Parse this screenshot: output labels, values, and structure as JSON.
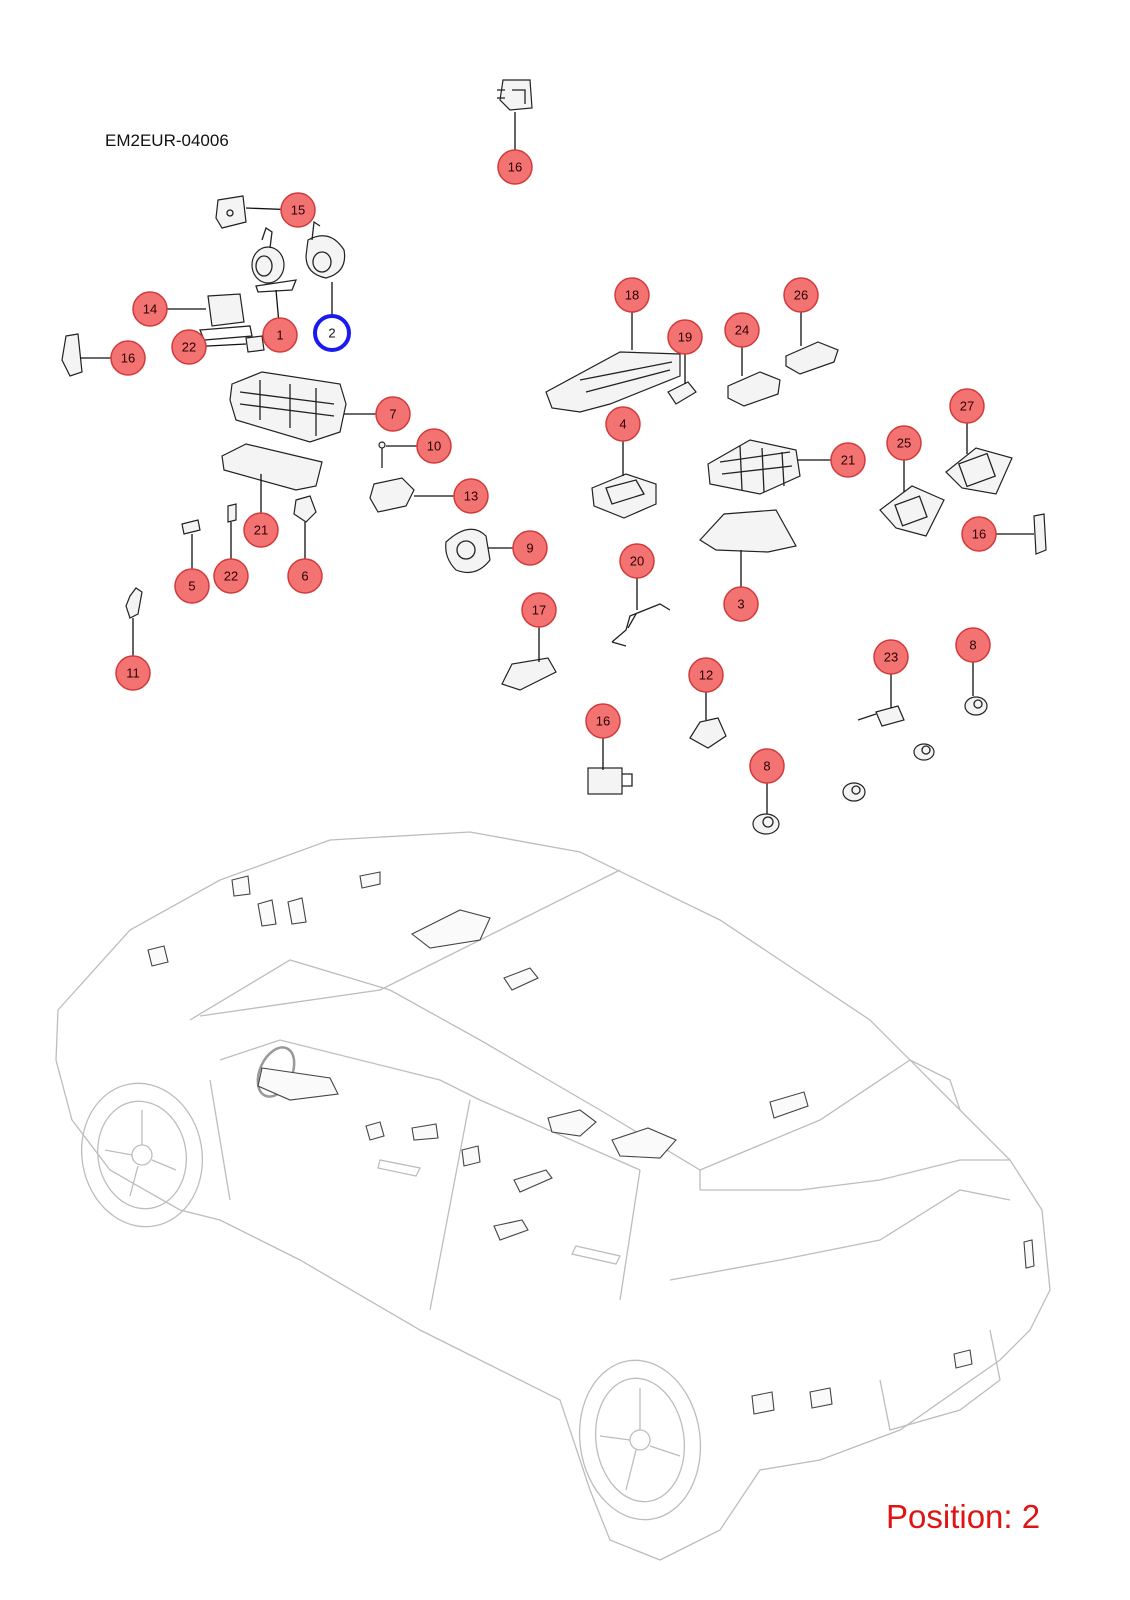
{
  "diagram_code": "EM2EUR-04006",
  "position_label": "Position: 2",
  "selected_callout": "2",
  "callouts": [
    {
      "label": "16"
    },
    {
      "label": "15"
    },
    {
      "label": "14"
    },
    {
      "label": "1"
    },
    {
      "label": "2"
    },
    {
      "label": "22"
    },
    {
      "label": "16"
    },
    {
      "label": "7"
    },
    {
      "label": "10"
    },
    {
      "label": "13"
    },
    {
      "label": "21"
    },
    {
      "label": "6"
    },
    {
      "label": "5"
    },
    {
      "label": "22"
    },
    {
      "label": "11"
    },
    {
      "label": "9"
    },
    {
      "label": "18"
    },
    {
      "label": "19"
    },
    {
      "label": "24"
    },
    {
      "label": "26"
    },
    {
      "label": "4"
    },
    {
      "label": "21"
    },
    {
      "label": "3"
    },
    {
      "label": "25"
    },
    {
      "label": "27"
    },
    {
      "label": "16"
    },
    {
      "label": "20"
    },
    {
      "label": "17"
    },
    {
      "label": "12"
    },
    {
      "label": "16"
    },
    {
      "label": "23"
    },
    {
      "label": "8"
    },
    {
      "label": "8"
    }
  ]
}
